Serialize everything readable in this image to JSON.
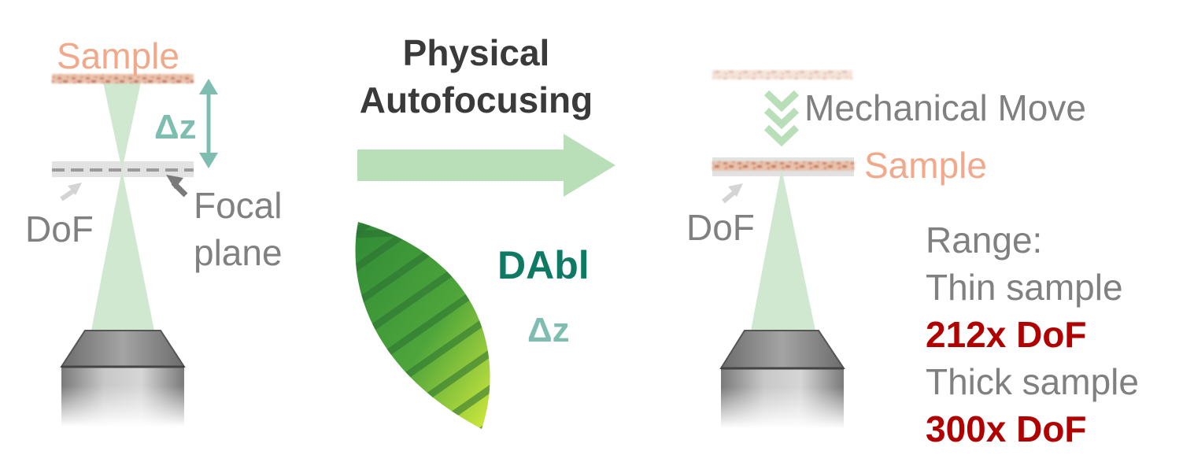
{
  "left_panel": {
    "sample_label": "Sample",
    "delta_z_label": "Δz",
    "dof_label": "DoF",
    "focal_plane_line1": "Focal",
    "focal_plane_line2": "plane"
  },
  "center_panel": {
    "title_line1": "Physical",
    "title_line2": "Autofocusing",
    "dabl_label": "DAbl",
    "delta_z_label": "Δz"
  },
  "right_panel": {
    "mechanical_move_label": "Mechanical Move",
    "sample_label": "Sample",
    "dof_label": "DoF",
    "range_label": "Range:",
    "thin_sample_label": "Thin sample",
    "thin_sample_value": "212x DoF",
    "thick_sample_label": "Thick sample",
    "thick_sample_value": "300x DoF"
  },
  "colors": {
    "sample_text": "#f0a98a",
    "sample_texture": "#c8734f",
    "beam": "#cfe8cf",
    "arrow": "#b9dfb9",
    "delta_z": "#7ebdb0",
    "dabl": "#0f7a63",
    "gray_text": "#808080",
    "highlight_red": "#b00000",
    "leaf_dark": "#2f8a36",
    "leaf_light": "#c8e63c"
  }
}
